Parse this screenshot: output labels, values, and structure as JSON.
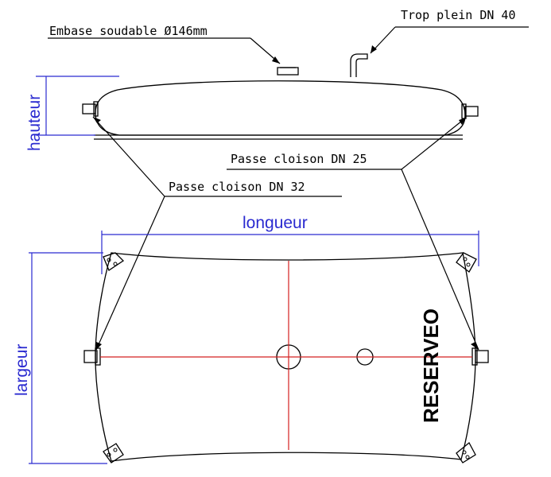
{
  "labels": {
    "embase": "Embase soudable Ø146mm",
    "trop_plein": "Trop plein DN 40",
    "passe_25": "Passe cloison DN 25",
    "passe_32": "Passe cloison DN 32"
  },
  "dimensions": {
    "hauteur": "hauteur",
    "longueur": "longueur",
    "largeur": "largeur"
  },
  "brand": "RESERVEO",
  "colors": {
    "line": "#000000",
    "dimension": "#2a2ad0",
    "axis": "#d42020"
  }
}
